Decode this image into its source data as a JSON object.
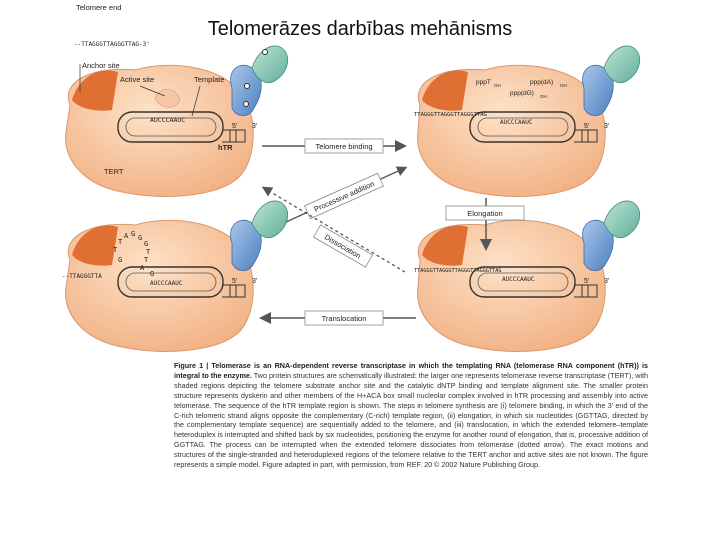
{
  "slide": {
    "title": "Telomerāzes darbības mehānisms"
  },
  "diagram": {
    "labels": {
      "telomere_end": "Telomere end",
      "telomere_seq": "--TTAGGGTTAGGGTTAG-3'",
      "anchor_site": "Anchor site",
      "active_site": "Active site",
      "template": "Template",
      "tert": "TERT",
      "htr": "hTR",
      "five_prime": "5'",
      "three_prime": "3'",
      "template_seq": "AUCCCAAUC",
      "dntp_ppp_t": "pppT",
      "dntp_ppp_da": "ppp(dA)",
      "dntp_ppp_g": "ppp(dG)",
      "oh": "OH",
      "p2_seq": "TTAGGGTTAGGGTTAGGGTTAG",
      "p2_tmpl": "AUCCCAAUC",
      "p3_seq": "TTAGGGTTAGGGTTAGGGTTAGGGTTAG",
      "p3_tmpl": "AUCCCAAUC",
      "p4_seq": "--TTAGGGTTA",
      "p4_tmpl": "AUCCCAAUC",
      "p4_loop": [
        "G",
        "T",
        "T",
        "A",
        "G",
        "G",
        "G",
        "T",
        "T",
        "A",
        "G"
      ]
    },
    "arrows": {
      "telomere_binding": "Telomere binding",
      "elongation": "Elongation",
      "translocation": "Translocation",
      "processive_addition": "Processive addition",
      "dissociation": "Dissociation"
    }
  },
  "caption": {
    "title": "Figure 1 | Telomerase is an RNA-dependent reverse transcriptase in which the templating RNA (telomerase RNA component (hTR)) is integral to the enzyme.",
    "body": "Two protein structures are schematically illustrated: the larger one represents telomerase reverse transcriptase (TERT), with shaded regions depicting the telomere substrate anchor site and the catalytic dNTP binding and template alignment site. The smaller protein structure represents dyskerin and other members of the H+ACA box small nucleolar complex involved in hTR processing and assembly into active telomerase. The sequence of the hTR template region is shown. The steps in telomere synthesis are (i) telomere binding, in which the 3' end of the C-rich telomeric strand aligns opposite the complementary (C-rich) template region, (ii) elongation, in which six nucleotides (GGTTAG, directed by the complementary template sequence) are sequentially added to the telomere, and (iii) translocation, in which the extended telomere–template heteroduplex is interrupted and shifted back by six nucleotides, positioning the enzyme for another round of elongation, that is, processive addition of GGTTAG. The process can be interrupted when the extended telomere dissociates from telomerase (dotted arrow). The exact motions and structures of the single-stranded and heteroduplexed regions of the telomere relative to the TERT anchor and active sites are not known. The figure represents a simple model. Figure adapted in part, with permission, from REF. 20 © 2002 Nature Publishing Group."
  }
}
